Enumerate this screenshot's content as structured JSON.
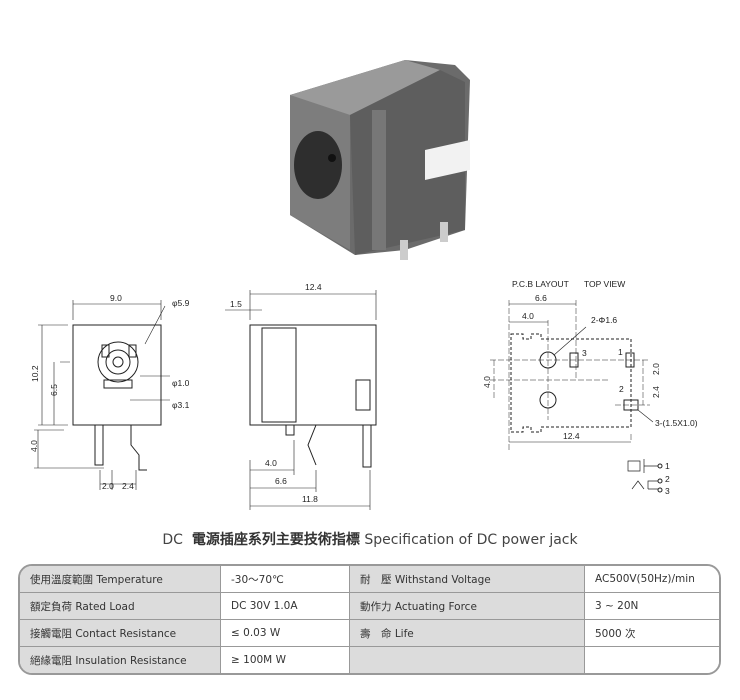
{
  "drawing": {
    "front": {
      "w": "9.0",
      "h": "10.2",
      "h2": "6.5",
      "leg": "4.0",
      "p1": "2.0",
      "p2": "2.4",
      "d1": "φ5.9",
      "d2": "φ1.0",
      "d3": "φ3.1"
    },
    "side": {
      "len": "12.4",
      "t": "1.5",
      "a": "4.0",
      "b": "6.6",
      "c": "11.8"
    },
    "pcb": {
      "title": "P.C.B LAYOUT",
      "view": "TOP VIEW",
      "w1": "6.6",
      "w2": "4.0",
      "holes": "2-Φ1.6",
      "h": "4.0",
      "s1": "2.0",
      "s2": "2.4",
      "pads": "3-(1.5X1.0)",
      "len": "12.4",
      "pin1": "1",
      "pin2": "2",
      "pin3": "3"
    }
  },
  "spec": {
    "title_prefix": "DC",
    "title_cn": "電源插座系列主要技術指標",
    "title_en": "Specification of DC power jack",
    "rows": [
      {
        "k1": "使用溫度範圍 Temperature",
        "v1": "-30～70℃",
        "k2": "耐　壓 Withstand Voltage",
        "v2": "AC500V(50Hz)/min"
      },
      {
        "k1": "額定負荷 Rated Load",
        "v1": "DC 30V 1.0A",
        "k2": "動作力 Actuating Force",
        "v2": "3 ~ 20N"
      },
      {
        "k1": "接觸電阻 Contact Resistance",
        "v1": "≤ 0.03 W",
        "k2": "壽　命 Life",
        "v2": "5000 次"
      },
      {
        "k1": "絕緣電阻 Insulation Resistance",
        "v1": "≥ 100M W",
        "k2": "",
        "v2": ""
      }
    ]
  }
}
